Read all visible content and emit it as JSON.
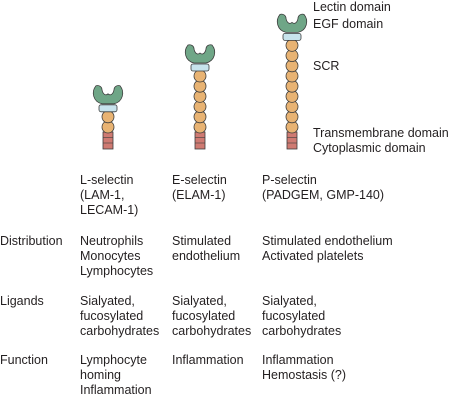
{
  "colors": {
    "lectin": "#6fa687",
    "egf": "#c7e3ec",
    "scr": "#e8b373",
    "membrane": "#cf7a72",
    "outline": "#3d3d3d"
  },
  "structure_labels": [
    "Lectin domain",
    "EGF domain",
    "SCR",
    "Transmembrane domain",
    "Cytoplasmic domain"
  ],
  "molecules": [
    {
      "name_lines": [
        "L-selectin",
        "(LAM-1,",
        "LECAM-1)"
      ],
      "scr_count": 2
    },
    {
      "name_lines": [
        "E-selectin",
        "(ELAM-1)"
      ],
      "scr_count": 6
    },
    {
      "name_lines": [
        "P-selectin",
        "(PADGEM, GMP-140)"
      ],
      "scr_count": 9
    }
  ],
  "rows": [
    {
      "label": "Distribution",
      "cells": [
        [
          "Neutrophils",
          "Monocytes",
          "Lymphocytes"
        ],
        [
          "Stimulated",
          "endothelium"
        ],
        [
          "Stimulated endothelium",
          "Activated platelets"
        ]
      ]
    },
    {
      "label": "Ligands",
      "cells": [
        [
          "Sialyated,",
          "fucosylated",
          "carbohydrates"
        ],
        [
          "Sialyated,",
          "fucosylated",
          "carbohydrates"
        ],
        [
          "Sialyated,",
          "fucosylated",
          "carbohydrates"
        ]
      ]
    },
    {
      "label": "Function",
      "cells": [
        [
          "Lymphocyte",
          "homing",
          "Inflammation"
        ],
        [
          "Inflammation"
        ],
        [
          "Inflammation",
          "Hemostasis (?)"
        ]
      ]
    }
  ]
}
